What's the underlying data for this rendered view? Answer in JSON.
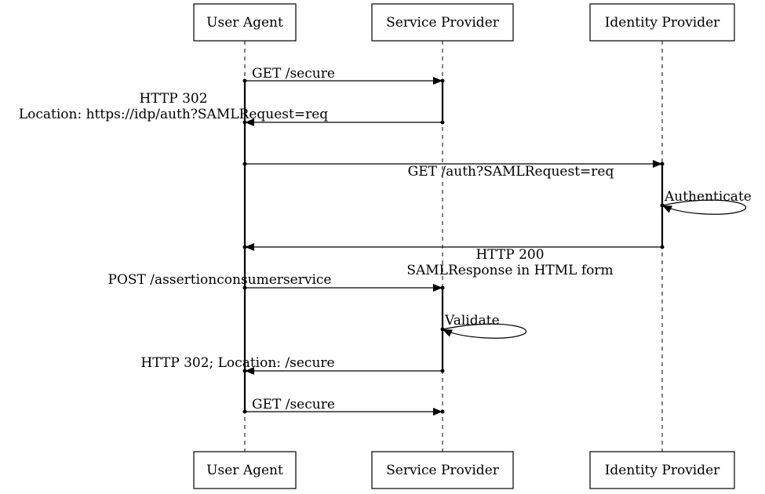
{
  "participants": [
    {
      "id": "ua",
      "label": "User Agent"
    },
    {
      "id": "sp",
      "label": "Service Provider"
    },
    {
      "id": "idp",
      "label": "Identity Provider"
    }
  ],
  "messages": [
    {
      "from": "ua",
      "to": "sp",
      "lines": [
        "GET /secure"
      ]
    },
    {
      "from": "sp",
      "to": "ua",
      "lines": [
        "HTTP 302",
        "Location: https://idp/auth?SAMLRequest=req"
      ]
    },
    {
      "from": "ua",
      "to": "idp",
      "lines": [
        "GET /auth?SAMLRequest=req"
      ]
    },
    {
      "from": "idp",
      "to": "idp",
      "lines": [
        "Authenticate"
      ]
    },
    {
      "from": "idp",
      "to": "ua",
      "lines": [
        "HTTP 200",
        "SAMLResponse in HTML form"
      ]
    },
    {
      "from": "ua",
      "to": "sp",
      "lines": [
        "POST /assertionconsumerservice"
      ]
    },
    {
      "from": "sp",
      "to": "sp",
      "lines": [
        "Validate"
      ]
    },
    {
      "from": "sp",
      "to": "ua",
      "lines": [
        "HTTP 302; Location: /secure"
      ]
    },
    {
      "from": "ua",
      "to": "sp",
      "lines": [
        "GET /secure"
      ]
    }
  ]
}
